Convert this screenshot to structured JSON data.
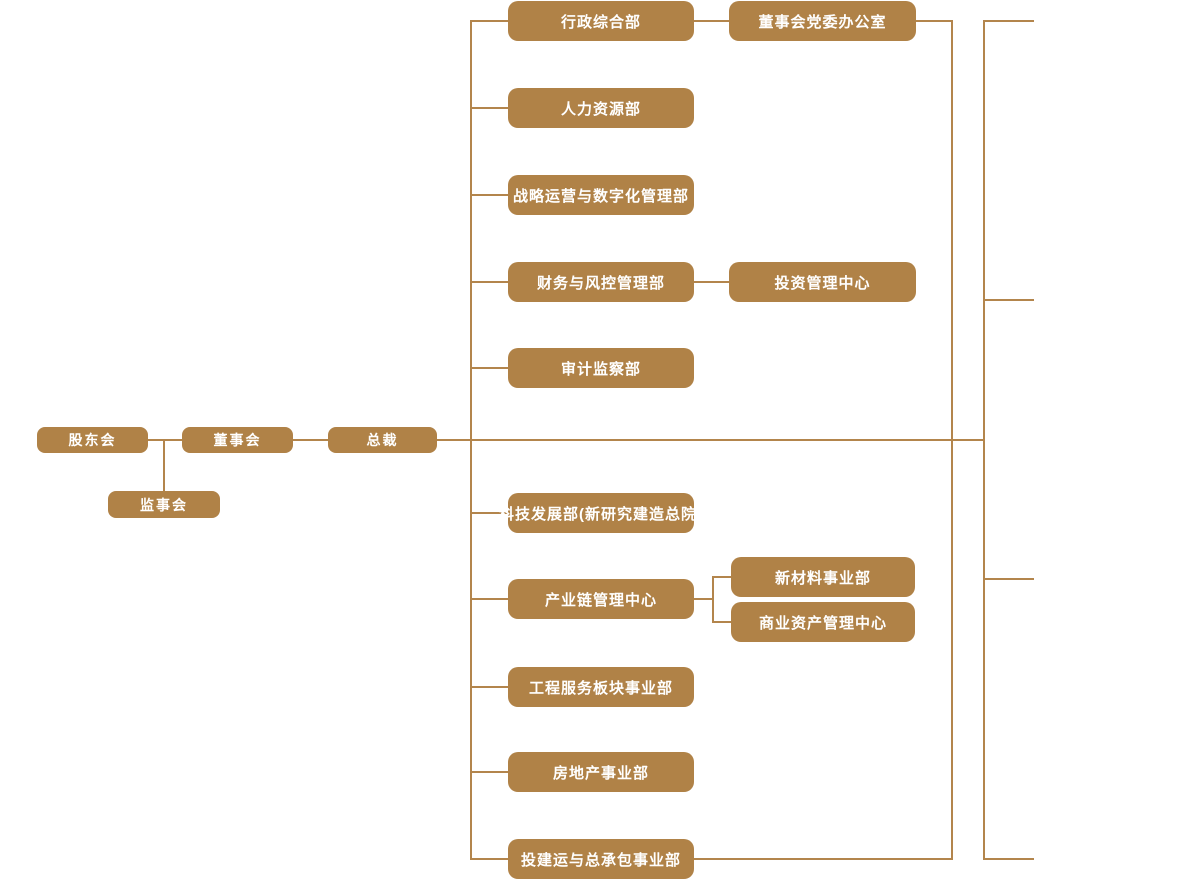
{
  "colors": {
    "node_fill": "#b08247",
    "connector": "#b3854c",
    "node_text": "#ffffff",
    "background": "#ffffff"
  },
  "org": {
    "type": "org-chart",
    "governance": {
      "shareholders": {
        "label": "股东会"
      },
      "supervisory": {
        "label": "监事会"
      },
      "board": {
        "label": "董事会"
      },
      "president": {
        "label": "总裁"
      }
    },
    "departments": [
      {
        "label": "行政综合部",
        "children": [
          {
            "label": "董事会党委办公室"
          }
        ]
      },
      {
        "label": "人力资源部"
      },
      {
        "label": "战略运营与数字化管理部"
      },
      {
        "label": "财务与风控管理部",
        "children": [
          {
            "label": "投资管理中心"
          }
        ]
      },
      {
        "label": "审计监察部"
      },
      {
        "label": "科技发展部(新研究建造总院)"
      },
      {
        "label": "产业链管理中心",
        "children": [
          {
            "label": "新材料事业部"
          },
          {
            "label": "商业资产管理中心"
          }
        ]
      },
      {
        "label": "工程服务板块事业部"
      },
      {
        "label": "房地产事业部"
      },
      {
        "label": "投建运与总承包事业部"
      }
    ]
  }
}
